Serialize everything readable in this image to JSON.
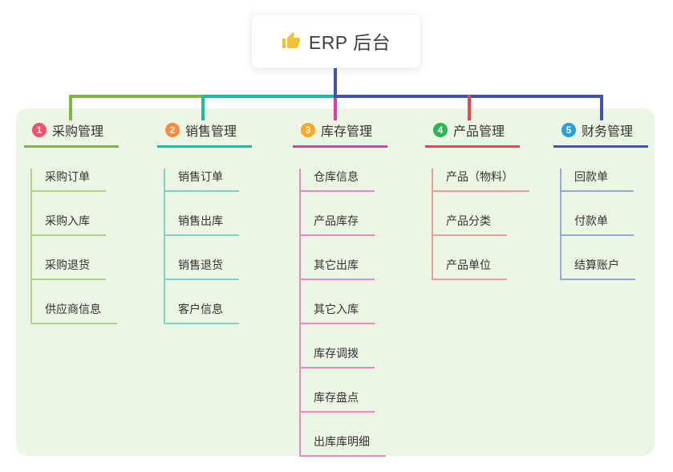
{
  "root": {
    "title": "ERP 后台",
    "icon": "thumbs-up-icon",
    "icon_color": "#f2c12e"
  },
  "canvas": {
    "background": "#ffffff",
    "panel_background": "#ebf7e4"
  },
  "connector": {
    "root_stem_color": "#4053b4"
  },
  "branches": [
    {
      "badge": "1",
      "badge_color": "#f4516c",
      "line_color": "#7cb93e",
      "child_line_color": "#aed581",
      "label": "采购管理",
      "children": [
        "采购订单",
        "采购入库",
        "采购退货",
        "供应商信息"
      ]
    },
    {
      "badge": "2",
      "badge_color": "#fb8a3c",
      "line_color": "#14bfa6",
      "child_line_color": "#7ed3c8",
      "label": "销售管理",
      "children": [
        "销售订单",
        "销售出库",
        "销售退货",
        "客户信息"
      ]
    },
    {
      "badge": "3",
      "badge_color": "#fba824",
      "line_color": "#e5399b",
      "child_line_color": "#f286c4",
      "label": "库存管理",
      "children": [
        "仓库信息",
        "产品库存",
        "其它出库",
        "其它入库",
        "库存调拨",
        "库存盘点",
        "出库库明细"
      ]
    },
    {
      "badge": "4",
      "badge_color": "#2eb553",
      "line_color": "#ef4150",
      "child_line_color": "#f59a9b",
      "label": "产品管理",
      "children": [
        "产品（物料）",
        "产品分类",
        "产品单位"
      ]
    },
    {
      "badge": "5",
      "badge_color": "#27a1dd",
      "line_color": "#4053b4",
      "child_line_color": "#92a8e0",
      "label": "财务管理",
      "children": [
        "回款单",
        "付款单",
        "结算账户"
      ]
    }
  ]
}
